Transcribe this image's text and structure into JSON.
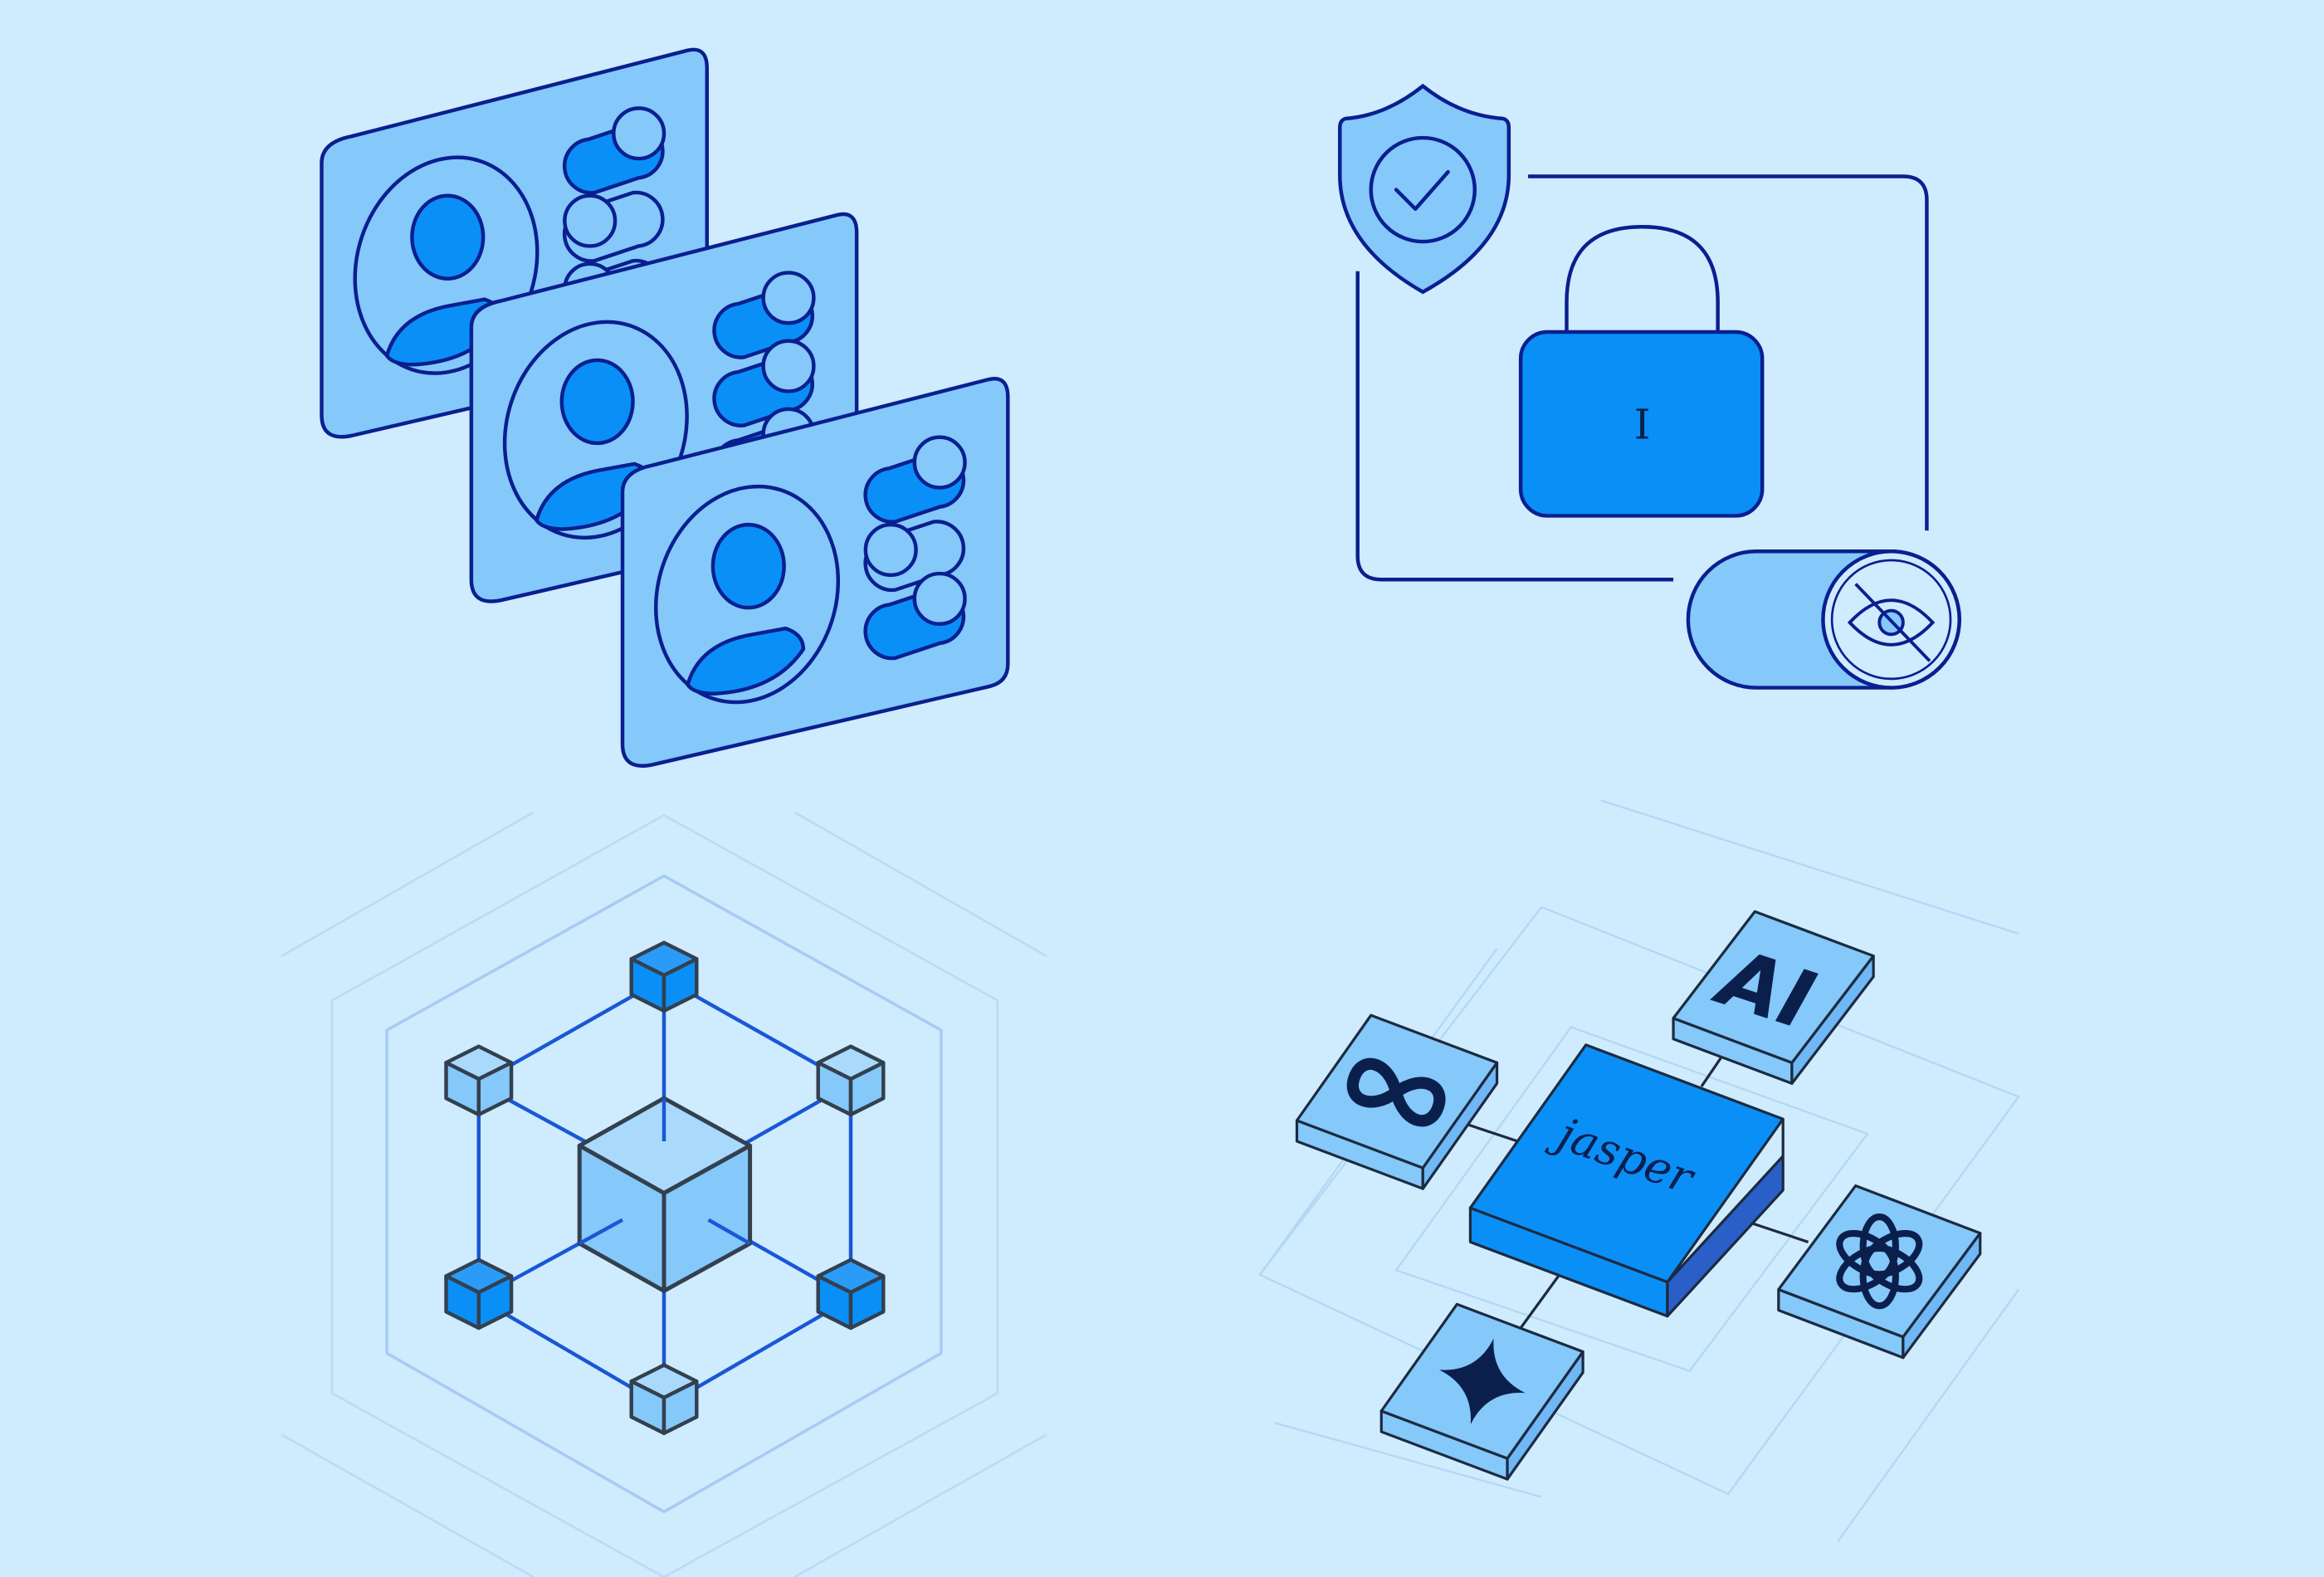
{
  "colors": {
    "background": "#cfebfe",
    "stroke": "#0a1f8f",
    "fill_light": "#85c8fa",
    "fill_bright": "#0a8ff7",
    "fill_pale": "#a9d9fb",
    "connector": "#1a57d6",
    "cube_edge": "#33404f",
    "grid": "#9fc5f0",
    "glyph": "#0b1f4d"
  },
  "panels": [
    {
      "name": "user-profile-cards",
      "icons": [
        "user-card-icon",
        "toggle-switch-icon"
      ],
      "cards": [
        {
          "toggles_on": [
            true,
            false,
            false
          ]
        },
        {
          "toggles_on": [
            true,
            true,
            true
          ]
        },
        {
          "toggles_on": [
            true,
            false,
            true
          ]
        }
      ]
    },
    {
      "name": "security-privacy",
      "icons": [
        "shield-check-icon",
        "padlock-icon",
        "eye-off-icon",
        "toggle-switch-icon"
      ],
      "lock_keyhole_text": "I"
    },
    {
      "name": "cube-network",
      "icons": [
        "cube-icon",
        "hexagon-icon"
      ]
    },
    {
      "name": "ai-model-hub",
      "icons": [
        "meta-logo-icon",
        "openai-logo-icon",
        "sparkle-star-icon"
      ],
      "hub_label": "jasper",
      "nodes": [
        {
          "label": "AI"
        },
        {
          "logo": "meta-logo-icon"
        },
        {
          "logo": "openai-logo-icon"
        },
        {
          "logo": "sparkle-star-icon"
        }
      ]
    }
  ]
}
